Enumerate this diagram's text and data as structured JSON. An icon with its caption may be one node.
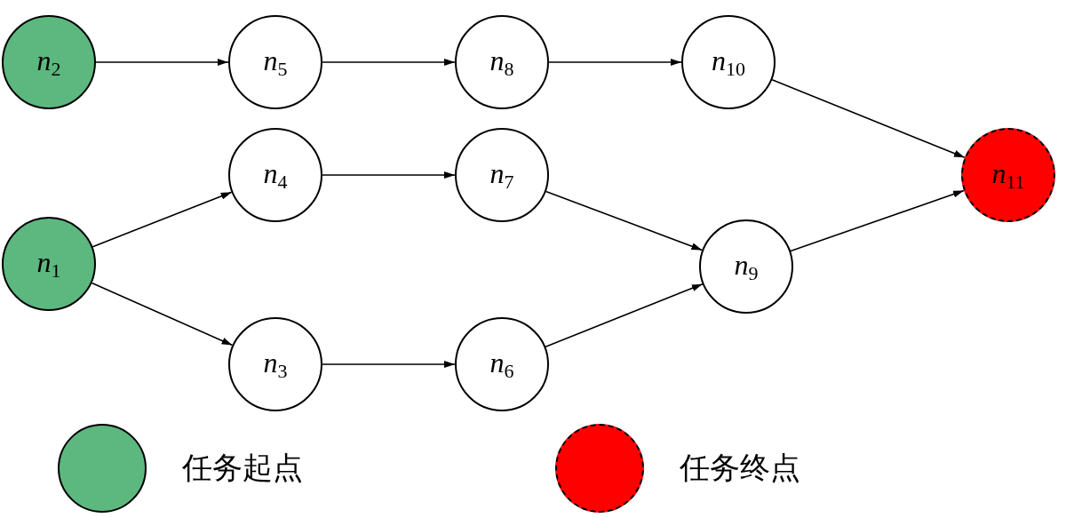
{
  "diagram": {
    "nodes": [
      {
        "text": [
          "*n*$_{2}$"
        ]
      },
      {
        "text": [
          "*n*$_{5}$"
        ]
      },
      {
        "text": [
          "*n*$_{8}$"
        ]
      },
      {
        "text": [
          "*n*$_{10}$"
        ]
      },
      {
        "text": [
          "*n*$_{4}$"
        ]
      },
      {
        "text": [
          "*n*$_{7}$"
        ]
      },
      {
        "text": [
          "*n*$_{11}$"
        ]
      },
      {
        "text": [
          "*n*$_{1}$"
        ]
      },
      {
        "text": [
          "*n*$_{9}$"
        ]
      },
      {
        "text": [
          "*n*$_{3}$"
        ]
      },
      {
        "text": [
          "*n*$_{6}$"
        ]
      }
    ],
    "edges": [
      {
        "from": 0,
        "to": 1,
        "arrow": "to"
      },
      {
        "from": 1,
        "to": 2,
        "arrow": "to"
      },
      {
        "from": 2,
        "to": 3,
        "arrow": "to"
      },
      {
        "from": 3,
        "to": 6,
        "arrow": "to"
      },
      {
        "from": 7,
        "to": 4,
        "arrow": "to"
      },
      {
        "from": 7,
        "to": 9,
        "arrow": "to"
      },
      {
        "from": 4,
        "to": 5,
        "arrow": "to"
      },
      {
        "from": 5,
        "to": 8,
        "arrow": "to"
      },
      {
        "from": 9,
        "to": 10,
        "arrow": "to"
      },
      {
        "from": 10,
        "to": 8,
        "arrow": "to"
      },
      {
        "from": 8,
        "to": 6,
        "arrow": "to"
      }
    ],
    "legend": [
      {
        "text": "任务起点",
        "color": "#5cb87f"
      },
      {
        "text": "任务终点",
        "color": "#ff0000"
      }
    ]
  }
}
